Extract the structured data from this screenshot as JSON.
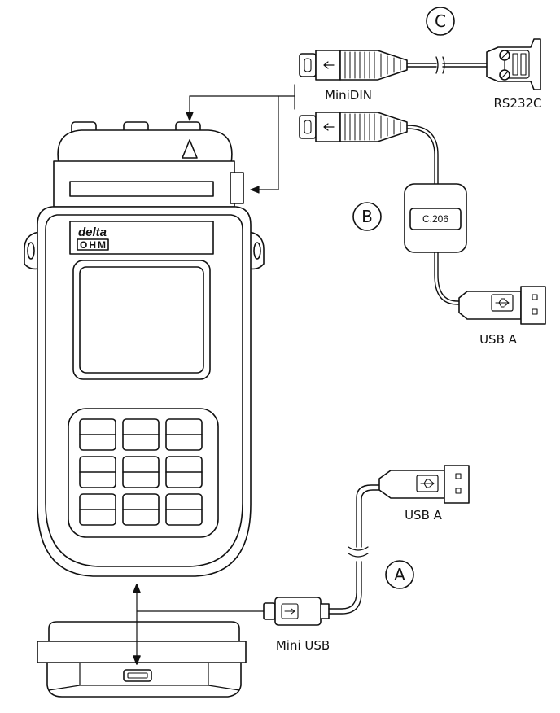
{
  "labels": {
    "option_a": "A",
    "option_b": "B",
    "option_c": "C",
    "minidin": "MiniDIN",
    "rs232c": "RS232C",
    "converter": "C.206",
    "usb_a_top": "USB A",
    "usb_a_bottom": "USB A",
    "mini_usb": "Mini USB"
  },
  "logo": {
    "line1": "delta",
    "line2": "OHM"
  },
  "icons": {
    "warning_triangle": "warning-triangle-icon",
    "usb_symbol": "usb-icon"
  },
  "colors": {
    "stroke": "#111111",
    "fill": "#ffffff"
  }
}
